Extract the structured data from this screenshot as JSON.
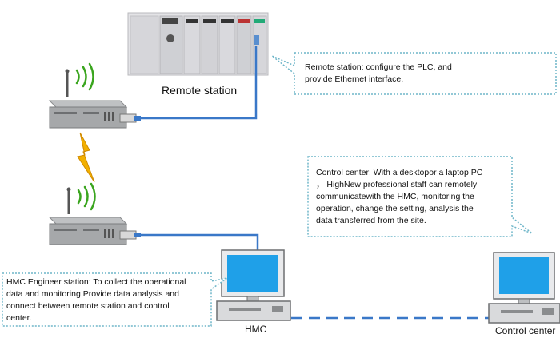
{
  "labels": {
    "remote_station": "Remote station",
    "hmc": "HMC",
    "control_center": "Control center"
  },
  "callouts": {
    "remote_station": {
      "lines": [
        "Remote station: configure the PLC, and",
        "provide Ethernet interface."
      ]
    },
    "control_center": {
      "lines": [
        "Control center: With a desktopor a laptop PC",
        "， HighNew professional staff can remotely",
        "communicatewith the HMC, monitoring the",
        "operation, change the setting, analysis the",
        "data transferred from the site."
      ]
    },
    "hmc_engineer": {
      "lines": [
        "HMC Engineer station: To collect the operational",
        "data and monitoring.Provide data analysis and",
        "connect between remote station and control",
        "center."
      ]
    }
  },
  "colors": {
    "cable": "#3a78c8",
    "monitor_screen": "#1fa0e8",
    "radio_waves": "#3aa51e",
    "lightning": "#f2b000",
    "callout_border": "#6fb6c9",
    "device_gray": "#8a8c8e"
  }
}
